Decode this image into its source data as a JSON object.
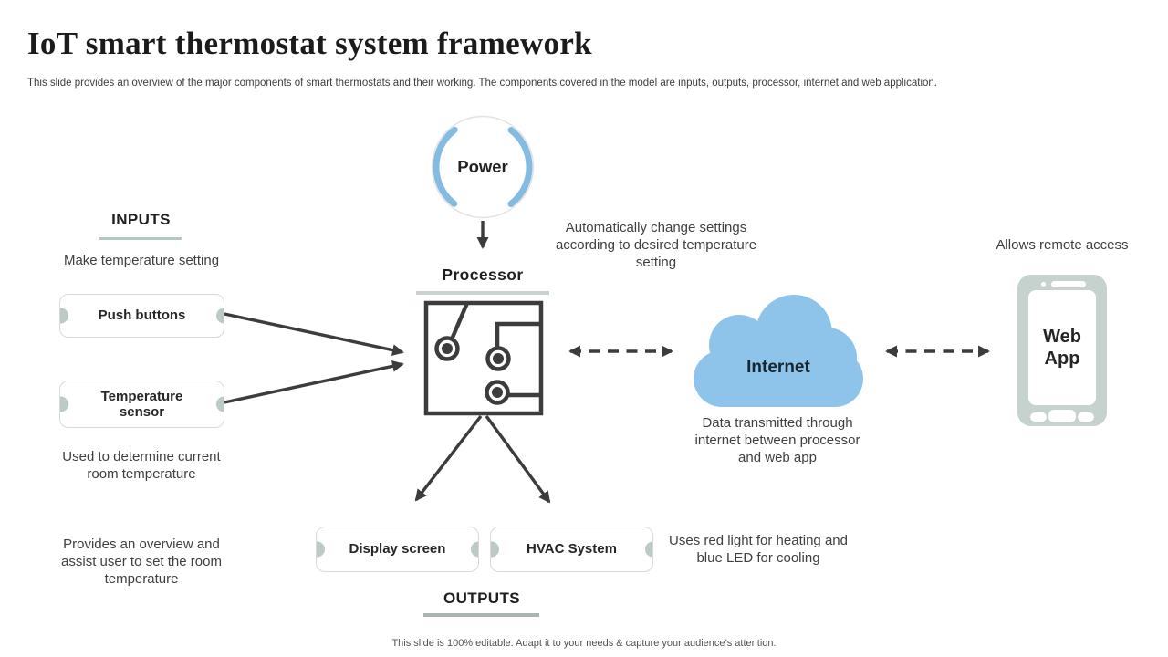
{
  "slide": {
    "title": "IoT smart thermostat system framework",
    "subtitle": "This slide provides an overview of the major components of smart thermostats and their working. The components covered in the model are inputs, outputs, processor, internet and web application.",
    "footer": "This slide is 100% editable. Adapt it to your needs & capture your audience’s attention."
  },
  "power": {
    "label": "Power"
  },
  "processor": {
    "label": "Processor"
  },
  "inputs": {
    "heading": "INPUTS",
    "note_top": "Make temperature setting",
    "nodes": [
      {
        "label": "Push buttons"
      },
      {
        "label": "Temperature sensor"
      }
    ],
    "note_sensor": "Used to determine current room temperature",
    "note_bottom": "Provides an overview and assist user to set the room temperature"
  },
  "outputs": {
    "heading": "OUTPUTS",
    "nodes": [
      {
        "label": "Display screen"
      },
      {
        "label": "HVAC System"
      }
    ],
    "note": "Uses red light for heating and blue LED for cooling"
  },
  "internet": {
    "label": "Internet",
    "note_above": "Automatically change settings according to desired temperature setting",
    "note_below": "Data transmitted through internet between processor and web app"
  },
  "webapp": {
    "label": "Web App",
    "note_above": "Allows remote access"
  },
  "icons": {
    "power_ring": "power-ring-icon (blue parentheses arcs on white circle)",
    "processor_circuit": "circuit-board-icon",
    "internet_cloud": "cloud-icon",
    "smartphone": "smartphone-icon",
    "arrow": "→",
    "dashed_double_arrow": "↔"
  },
  "colors": {
    "cloud_blue": "#8ec4e9",
    "arc_blue": "#83bbe1",
    "sage_accent": "#bccac6",
    "rule_sage": "#b5c7c1",
    "rule_gray": "#a9b5b1",
    "arrow_dark": "#3c3c3c",
    "node_border": "#d6dbda"
  }
}
